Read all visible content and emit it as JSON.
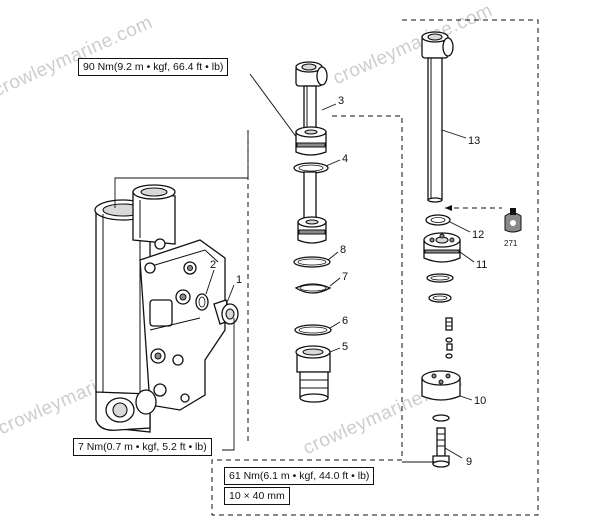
{
  "torque_labels": {
    "upper": "90 Nm(9.2 m • kgf, 66.4 ft • lb)",
    "plug": "7 Nm(0.7 m • kgf, 5.2 ft • lb)",
    "bolt": "61 Nm(6.1 m • kgf, 44.0 ft • lb)",
    "bolt_size": "10 × 40 mm"
  },
  "part_numbers": {
    "p1": "1",
    "p2": "2",
    "p3": "3",
    "p4": "4",
    "p5": "5",
    "p6": "6",
    "p7": "7",
    "p8": "8",
    "p9": "9",
    "p10": "10",
    "p11": "11",
    "p12": "12",
    "p13": "13"
  },
  "sealant_code": "271",
  "watermark": "crowleymarine.com"
}
